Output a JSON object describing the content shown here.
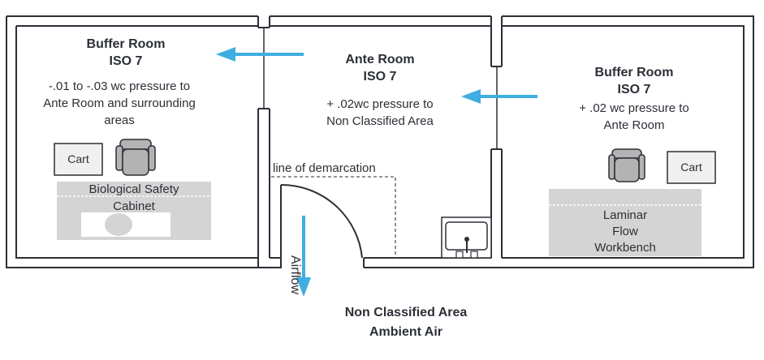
{
  "rooms": {
    "left_buffer": {
      "title": "Buffer Room",
      "class": "ISO 7",
      "pressure_line1": "-.01 to -.03 wc pressure to",
      "pressure_line2": "Ante Room and surrounding",
      "pressure_line3": "areas",
      "cart_label": "Cart",
      "equipment_line1": "Biological Safety",
      "equipment_line2": "Cabinet"
    },
    "ante": {
      "title": "Ante Room",
      "class": "ISO 7",
      "pressure_line1": "+ .02wc pressure to",
      "pressure_line2": "Non Classified Area",
      "demarcation_label": "line of demarcation"
    },
    "right_buffer": {
      "title": "Buffer Room",
      "class": "ISO 7",
      "pressure_line1": "+ .02 wc pressure to",
      "pressure_line2": "Ante Room",
      "cart_label": "Cart",
      "equipment_line1": "Laminar",
      "equipment_line2": "Flow",
      "equipment_line3": "Workbench"
    }
  },
  "outside": {
    "airflow_label": "Airflow",
    "area_line1": "Non Classified Area",
    "area_line2": "Ambient Air"
  },
  "colors": {
    "wall": "#2b2f36",
    "arrow": "#3eaee0",
    "equipment_fill": "#d4d4d4",
    "cart_fill": "#f0f0f0",
    "chair_fill": "#b3b3b3",
    "text": "#2b2f36"
  },
  "icons": [
    "arrow-left-icon",
    "arrow-down-icon",
    "chair-icon",
    "sink-icon"
  ]
}
